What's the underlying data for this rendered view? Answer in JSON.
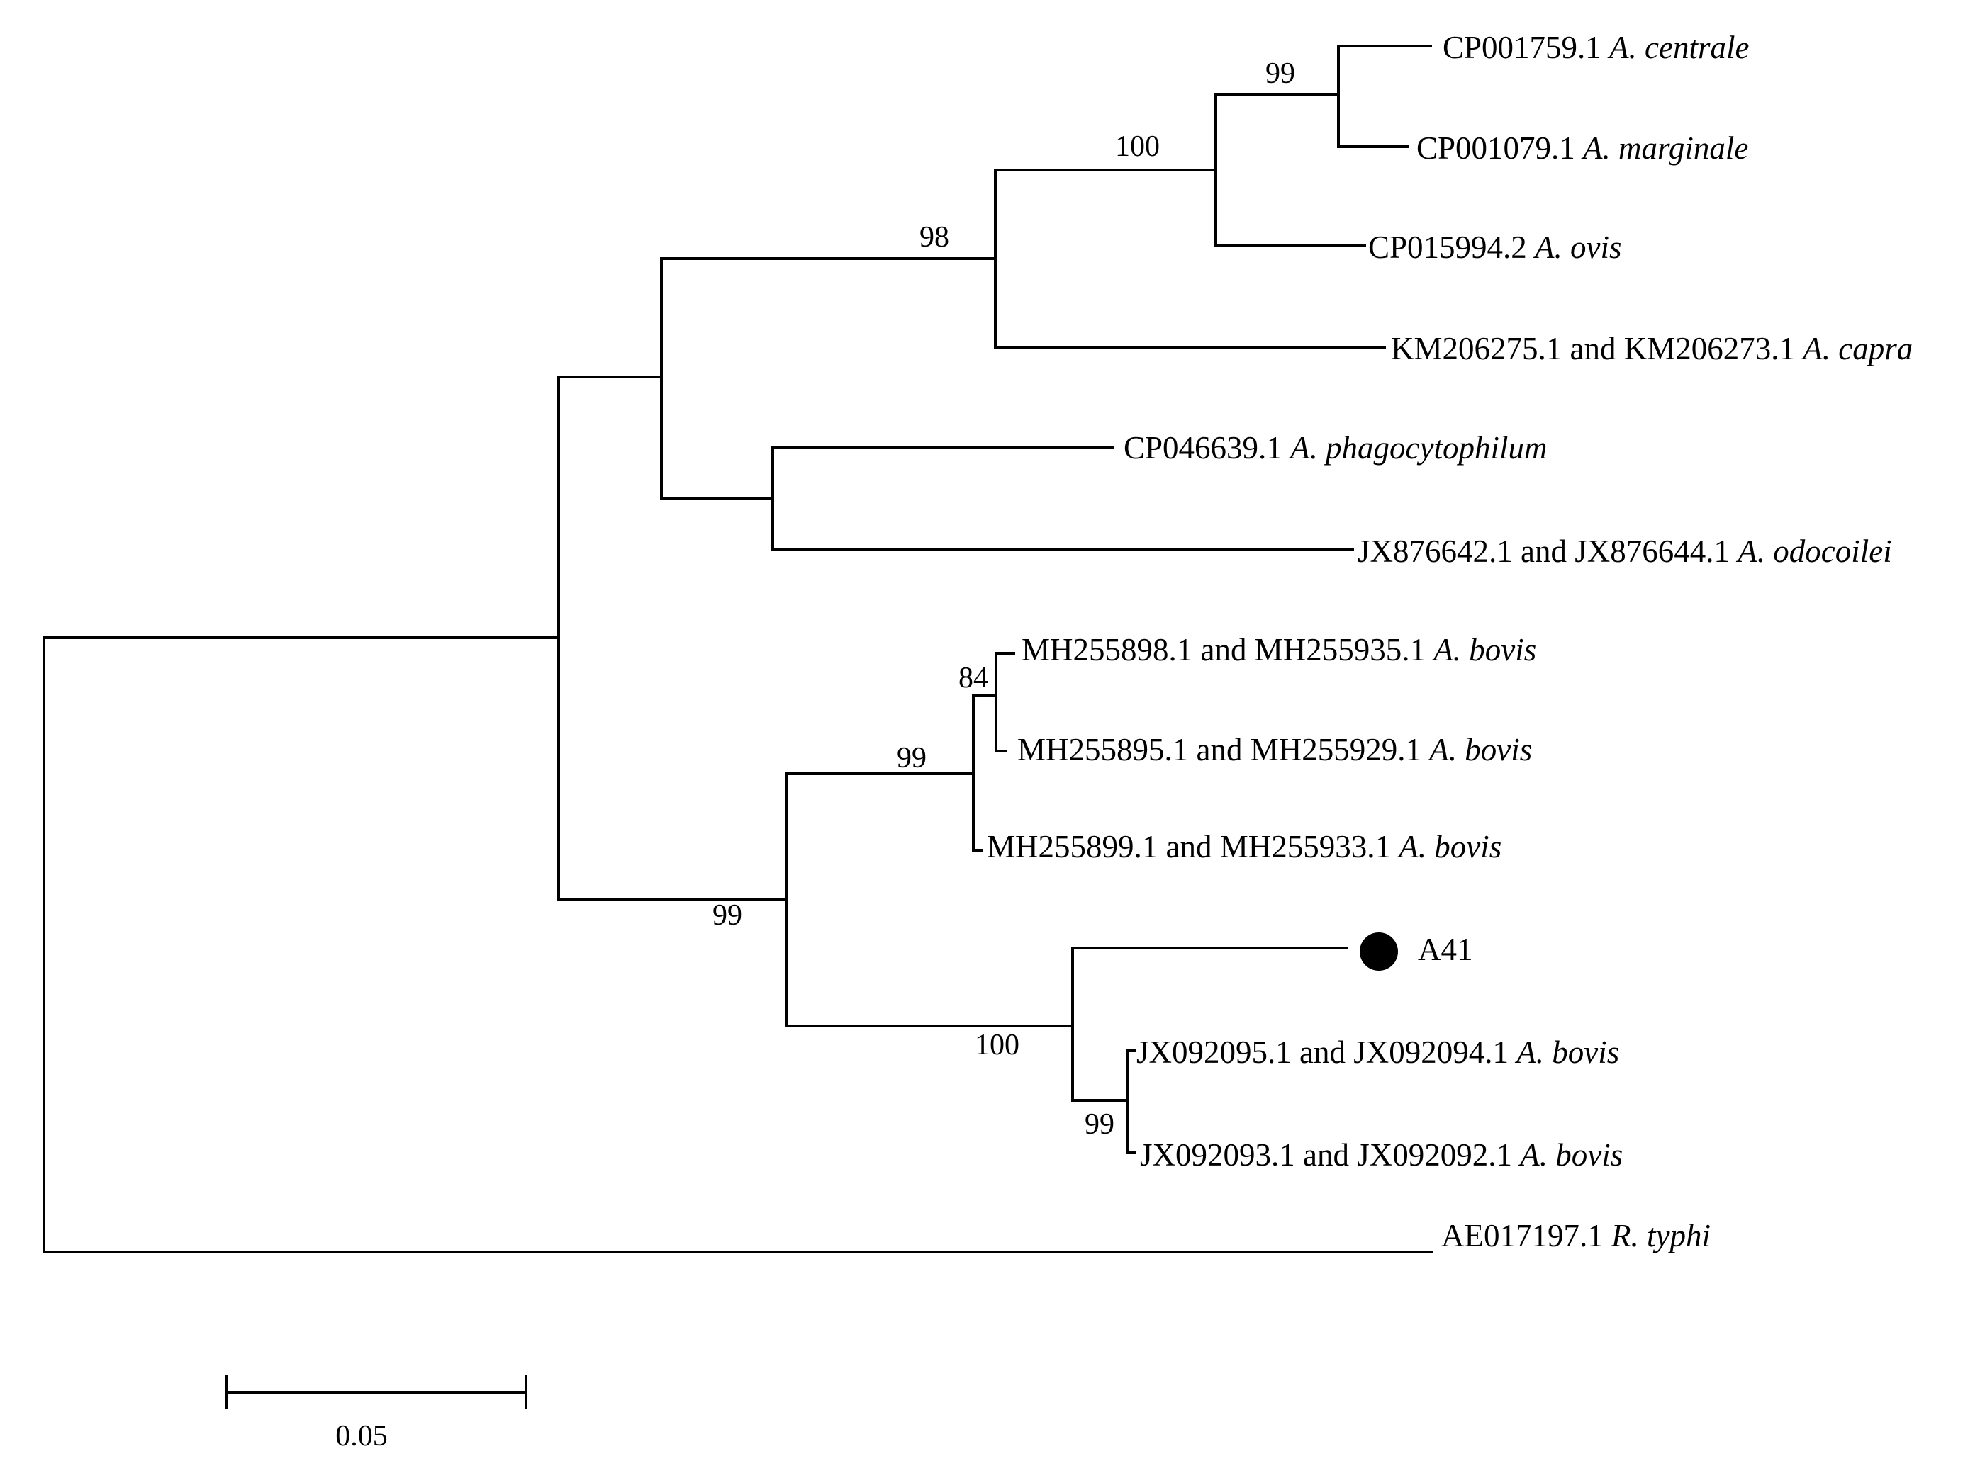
{
  "figure": {
    "type": "phylogenetic-tree",
    "background": "#ffffff",
    "line_color": "#000000",
    "leaves": [
      {
        "id": "centrale",
        "accession": "CP001759.1",
        "species": "A. centrale"
      },
      {
        "id": "marginale",
        "accession": "CP001079.1",
        "species": "A. marginale"
      },
      {
        "id": "ovis",
        "accession": "CP015994.2",
        "species": "A. ovis"
      },
      {
        "id": "capra",
        "accession": "KM206275.1 and KM206273.1",
        "species": "A. capra"
      },
      {
        "id": "phago",
        "accession": "CP046639.1",
        "species": "A. phagocytophilum"
      },
      {
        "id": "odocoilei",
        "accession": "JX876642.1 and JX876644.1",
        "species": "A. odocoilei"
      },
      {
        "id": "bovis1",
        "accession": "MH255898.1 and MH255935.1",
        "species": "A. bovis"
      },
      {
        "id": "bovis2",
        "accession": "MH255895.1 and MH255929.1",
        "species": "A. bovis"
      },
      {
        "id": "bovis3",
        "accession": "MH255899.1 and MH255933.1",
        "species": "A. bovis"
      },
      {
        "id": "a41",
        "accession": "A41",
        "species": "",
        "marker": "filled-circle"
      },
      {
        "id": "bovis4",
        "accession": "JX092095.1 and JX092094.1",
        "species": "A. bovis"
      },
      {
        "id": "bovis5",
        "accession": "JX092093.1 and JX092092.1",
        "species": "A. bovis"
      },
      {
        "id": "typhi",
        "accession": "AE017197.1",
        "species": "R. typhi"
      }
    ],
    "bootstrap": {
      "centrale_marginale": "99",
      "centrale_ovis": "100",
      "centrale_capra": "98",
      "bovis1_bovis2": "84",
      "bovis1_bovis3": "99",
      "bovis_a41": "99",
      "a41_bovis4": "100",
      "bovis4_bovis5": "99"
    },
    "scale_bar": {
      "value": 0.05,
      "label": "0.05"
    }
  }
}
